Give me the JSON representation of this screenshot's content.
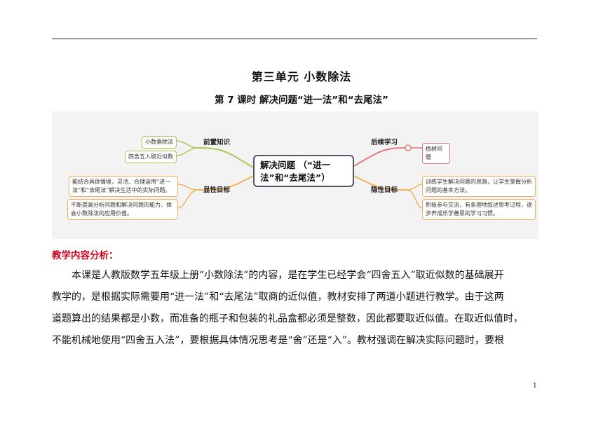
{
  "document": {
    "unit_title": "第三单元  小数除法",
    "lesson_title": "第 7 课时  解决问题“进一法”和“去尾法”"
  },
  "mindmap": {
    "center": "解决问题 （“进一法”和“去尾法”）",
    "branches": {
      "prior": {
        "label": "前置知识",
        "items": [
          "小数乘除法",
          "四舍五入取近似数"
        ]
      },
      "followup": {
        "label": "后续学习",
        "items": [
          "植树问题"
        ]
      },
      "explicit": {
        "label": "显性目标",
        "items": [
          "能结合具体情境，灵活、合理运用“进一法”和“去尾法”解决生活中的实际问题。",
          "不断提高分析问题和解决问题的能力，体会小数除法的应用价值。"
        ]
      },
      "implicit": {
        "label": "隐性目标",
        "items": [
          "训练学生解决问题的思路，让学生掌握分析问题的基本方法。",
          "积极参与交流，有条理地叙述思考过程，逐步养成乐学善思的学习习惯。"
        ]
      }
    },
    "colors": {
      "green": "#a8c957",
      "orange": "#f1b15a",
      "pink": "#e37b7b",
      "center_border": "#556677"
    }
  },
  "analysis": {
    "heading": "教学内容分析：",
    "lines": [
      "本课是人教版数学五年级上册“小数除法”的内容，是在学生已经学会“四舍五入”取近似数的基础展开",
      "教学的，是根据实际需要用“进一法”和“去尾法”取商的近似值，教材安排了两道小题进行教学。由于这两",
      "道题算出的结果都是小数，而准备的瓶子和包装的礼品盒都必须是整数，因此都要取近似值。在取近似值时，",
      "不能机械地使用“四舍五入法”，要根据具体情况思考是“舍”还是“入”。教材强调在解决实际问题时，要根"
    ]
  },
  "footer": {
    "page_number": "1"
  }
}
